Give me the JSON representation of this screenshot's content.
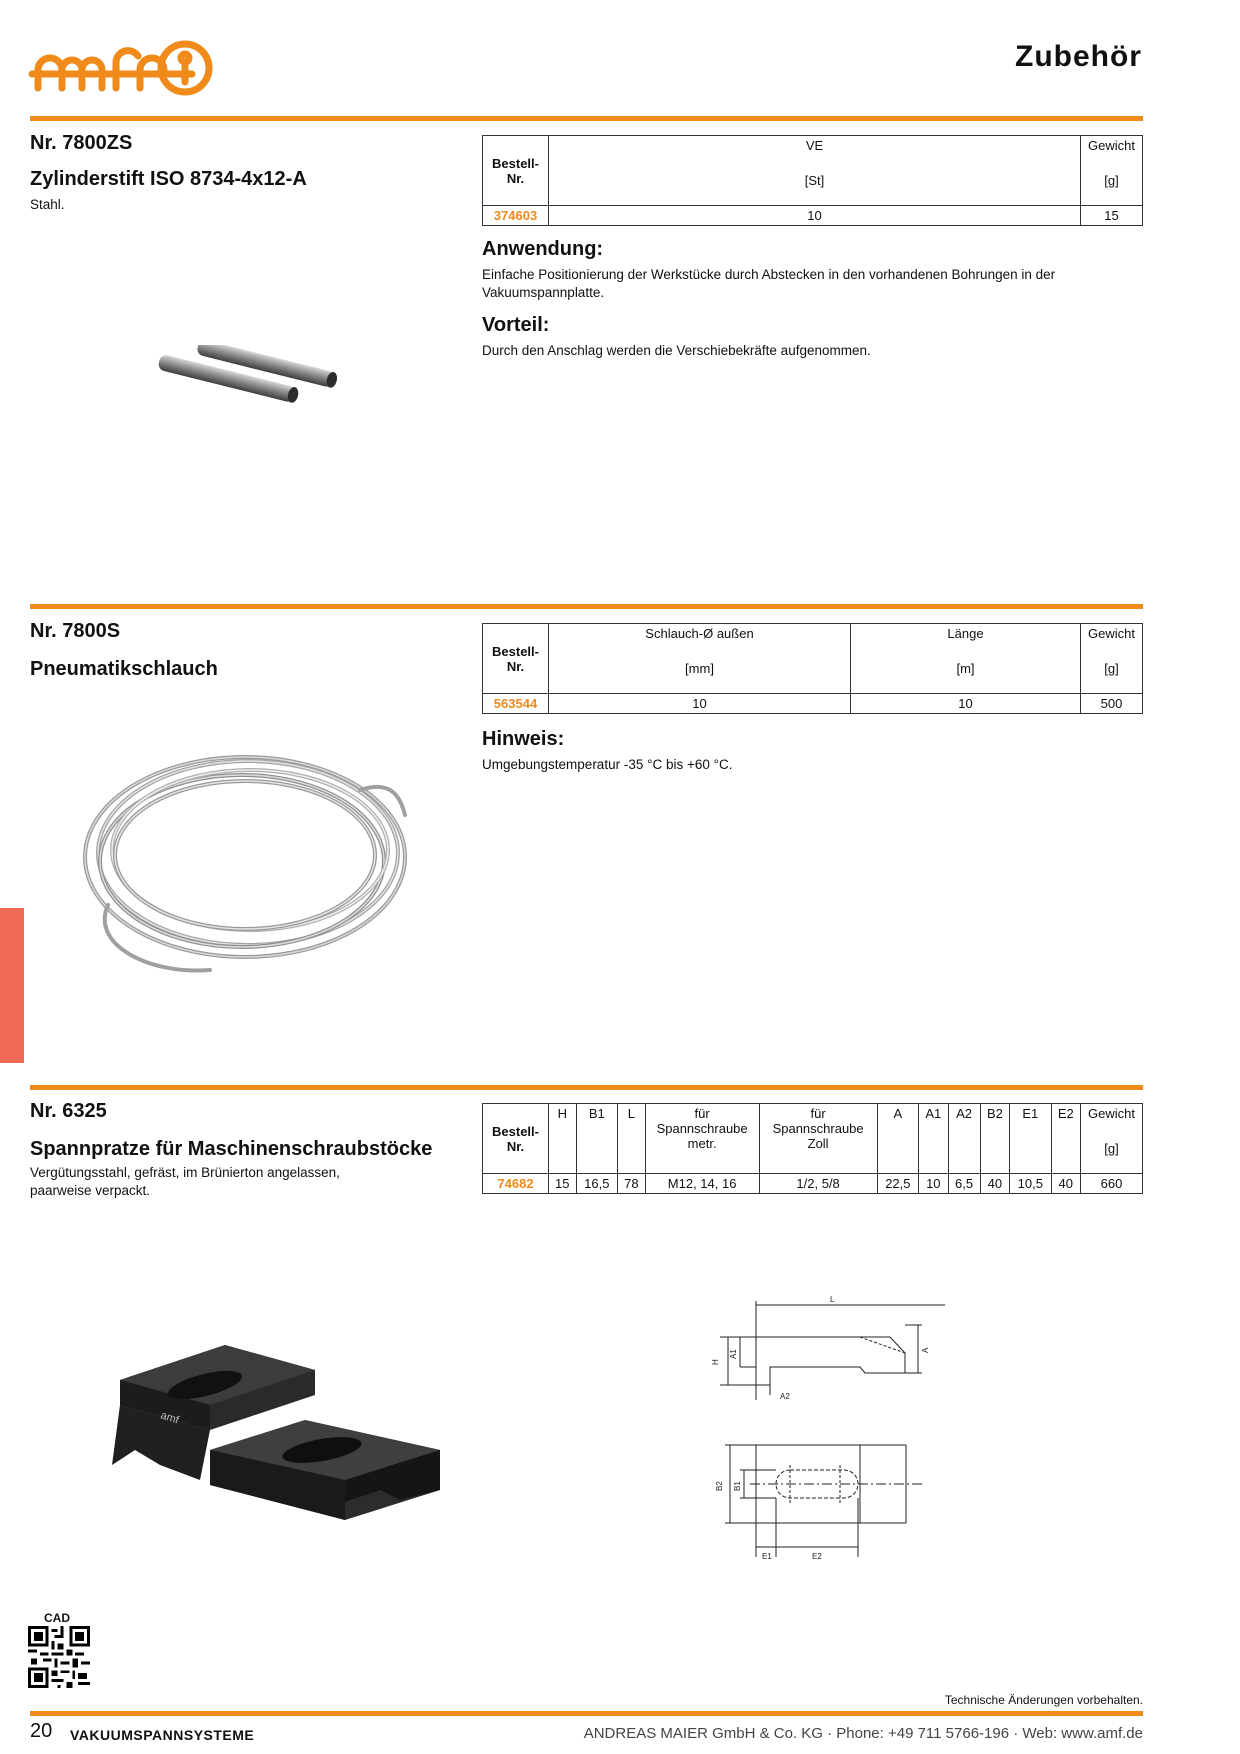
{
  "header": {
    "logo_text": "amf",
    "page_title": "Zubehör"
  },
  "sections": [
    {
      "nr": "Nr. 7800ZS",
      "title": "Zylinderstift ISO 8734-4x12-A",
      "description": "Stahl.",
      "table": {
        "col_bestell": "Bestell-\nNr.",
        "col_ve": "VE",
        "col_ve_unit": "[St]",
        "col_gewicht": "Gewicht",
        "col_gewicht_unit": "[g]",
        "row": {
          "nr": "374603",
          "ve": "10",
          "gewicht": "15"
        }
      },
      "anwendung_h": "Anwendung:",
      "anwendung_text": "Einfache Positionierung der Werkstücke durch Abstecken in den vorhandenen Bohrungen in der Vakuumspannplatte.",
      "vorteil_h": "Vorteil:",
      "vorteil_text": "Durch den Anschlag werden die Verschiebekräfte aufgenommen."
    },
    {
      "nr": "Nr. 7800S",
      "title": "Pneumatikschlauch",
      "table": {
        "col_bestell": "Bestell-\nNr.",
        "col_d": "Schlauch-Ø außen",
        "col_d_unit": "[mm]",
        "col_l": "Länge",
        "col_l_unit": "[m]",
        "col_gewicht": "Gewicht",
        "col_gewicht_unit": "[g]",
        "row": {
          "nr": "563544",
          "d": "10",
          "l": "10",
          "gewicht": "500"
        }
      },
      "hinweis_h": "Hinweis:",
      "hinweis_text": "Umgebungstemperatur -35 °C bis +60 °C."
    },
    {
      "nr": "Nr. 6325",
      "title": "Spannpratze für Maschinenschraubstöcke",
      "description": "Vergütungsstahl, gefräst, im Brünierton angelassen, paarweise verpackt.",
      "table": {
        "col_bestell": "Bestell-\nNr.",
        "cols": [
          "H",
          "B1",
          "L",
          "für\nSpannschraube\nmetr.",
          "für\nSpannschraube\nZoll",
          "A",
          "A1",
          "A2",
          "B2",
          "E1",
          "E2",
          "Gewicht"
        ],
        "col_gewicht_unit": "[g]",
        "row": [
          "74682",
          "15",
          "16,5",
          "78",
          "M12, 14, 16",
          "1/2, 5/8",
          "22,5",
          "10",
          "6,5",
          "40",
          "10,5",
          "40",
          "660"
        ]
      },
      "drawing_labels": {
        "L": "L",
        "H": "H",
        "A1": "A1",
        "A2": "A2",
        "A": "A",
        "B2": "B2",
        "B1": "B1",
        "E1": "E1",
        "E2": "E2"
      },
      "product_marking": "amf"
    }
  ],
  "footer": {
    "cad_label": "CAD",
    "disclaimer": "Technische Änderungen vorbehalten.",
    "page_number": "20",
    "catalog_section": "VAKUUMSPANNSYSTEME",
    "company": "ANDREAS MAIER GmbH & Co. KG · Phone: +49 711 5766-196 · Web: www.amf.de"
  },
  "colors": {
    "accent": "#f08a1a",
    "side_tab": "#ef6a56"
  }
}
